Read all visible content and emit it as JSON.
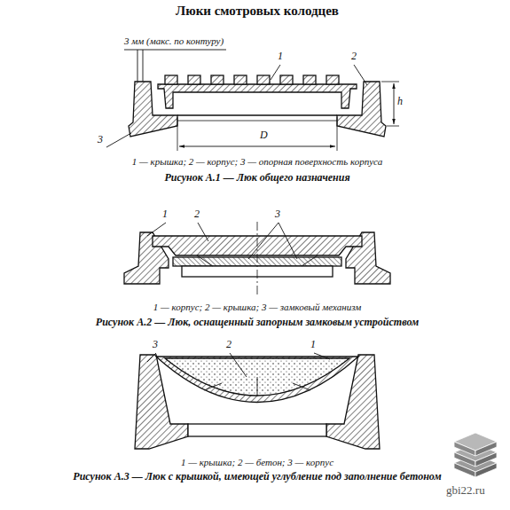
{
  "diagram": {
    "title": "Люки смотровых колодцев",
    "labels": [
      "3 мм (макс. по контуру)",
      "1",
      "2",
      "h",
      "D",
      "3",
      "1 — крышка; 2 — корпус; 3 — опорная поверхность корпуса",
      "Рисунок А.1 — Люк общего назначения",
      "1",
      "2",
      "3",
      "1 — корпус; 2 — крышка; 3 — замковый механизм",
      "Рисунок А.2 — Люк, оснащенный запорным замковым устройством",
      "3",
      "2",
      "1",
      "1 — крышка; 2 — бетон; 3 — корпус",
      "Рисунок А.3 — Люк с крышкой, имеющей углубление под заполнение бетоном",
      "gbi22.ru"
    ]
  }
}
